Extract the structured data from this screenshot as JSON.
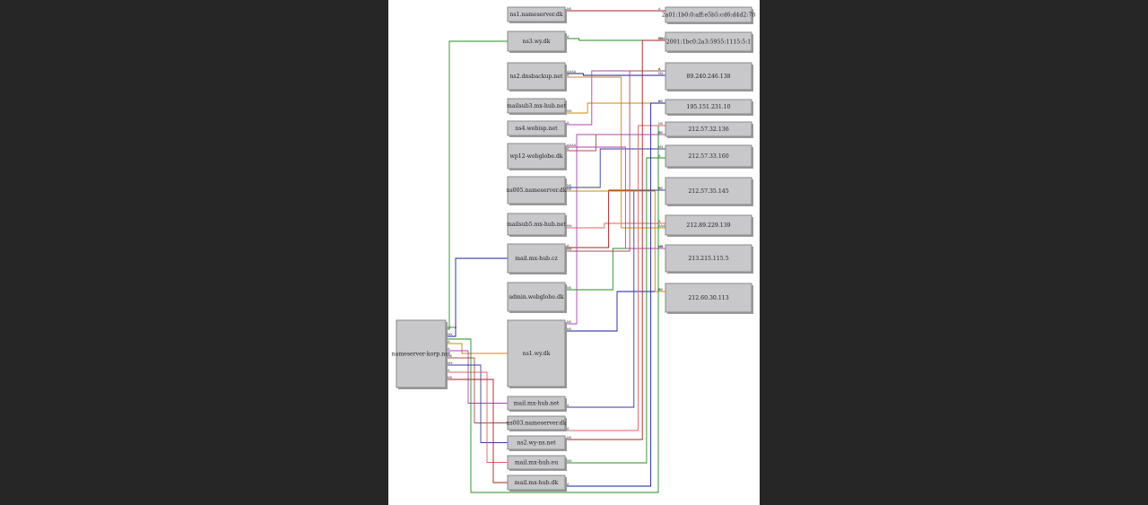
{
  "diagram": {
    "center_node": {
      "label": "nameserver-korp.net"
    },
    "left_nodes": [
      {
        "label": "ns1.nameserver.dk"
      },
      {
        "label": "ns3.wy.dk"
      },
      {
        "label": "ns2.dnsbackup.net"
      },
      {
        "label": "mailsub3.mx-hub.net"
      },
      {
        "label": "ns4.webisp.net"
      },
      {
        "label": "wp12-webglobe.dk"
      },
      {
        "label": "ns005.nameserver.dk"
      },
      {
        "label": "mailsub5.mx-hub.net"
      },
      {
        "label": "mail.mx-hub.cz"
      },
      {
        "label": "admin.webglobe.dk"
      },
      {
        "label": "ns1.wy.dk"
      },
      {
        "label": "mail.mx-hub.net"
      },
      {
        "label": "ns003.nameserver.dk"
      },
      {
        "label": "ns2.wy-ns.net"
      },
      {
        "label": "mail.mx-hub.eu"
      },
      {
        "label": "mail.mx-hub.dk"
      }
    ],
    "right_nodes": [
      {
        "label": "2a01:1b0:0:aff:e5b5:cd6:d4d2:78"
      },
      {
        "label": "2001:1bc0:2a3:5955:1115:5:1"
      },
      {
        "label": "89.240.246.138"
      },
      {
        "label": "195.151.231.10"
      },
      {
        "label": "212.57.32.136"
      },
      {
        "label": "212.57.33.160"
      },
      {
        "label": "212.57.35.145"
      },
      {
        "label": "212.89.229.139"
      },
      {
        "label": "213.215.115.5"
      },
      {
        "label": "212.60.30.113"
      }
    ],
    "edge_colors": [
      "#a52020",
      "#1f8f1f",
      "#1a1aa0",
      "#c8880a",
      "#b040b0",
      "#a05050",
      "#3a3aa0",
      "#e06060"
    ],
    "port_labels": [
      "NS",
      "A",
      "AAAA",
      "MX",
      "A",
      "A",
      "NS",
      "MX",
      "A",
      "NS"
    ]
  }
}
